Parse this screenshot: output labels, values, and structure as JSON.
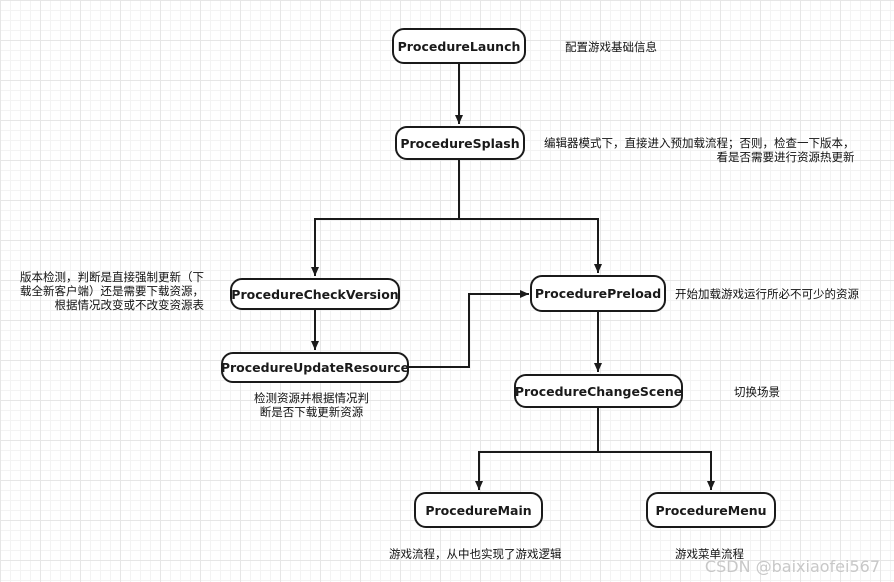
{
  "nodes": {
    "launch": "ProcedureLaunch",
    "splash": "ProcedureSplash",
    "check_version": "ProcedureCheckVersion",
    "update_resource": "ProcedureUpdateResource",
    "preload": "ProcedurePreload",
    "change_scene": "ProcedureChangeScene",
    "main": "ProcedureMain",
    "menu": "ProcedureMenu"
  },
  "notes": {
    "launch": "配置游戏基础信息",
    "splash": [
      "编辑器模式下，直接进入预加载流程；否则，检查一下版本，",
      "看是否需要进行资源热更新"
    ],
    "check_version": [
      "版本检测，判断是直接强制更新（下",
      "载全新客户端）还是需要下载资源，",
      "根据情况改变或不改变资源表"
    ],
    "update_resource": [
      "检测资源并根据情况判",
      "断是否下载更新资源"
    ],
    "preload": "开始加载游戏运行所必不可少的资源",
    "change_scene": "切换场景",
    "main": "游戏流程，从中也实现了游戏逻辑",
    "menu": "游戏菜单流程"
  },
  "watermark": "CSDN @baixiaofei567",
  "colors": {
    "line": "#1a1a1a",
    "node_border": "#1a1a1a",
    "grid": "#e6e6e6"
  }
}
